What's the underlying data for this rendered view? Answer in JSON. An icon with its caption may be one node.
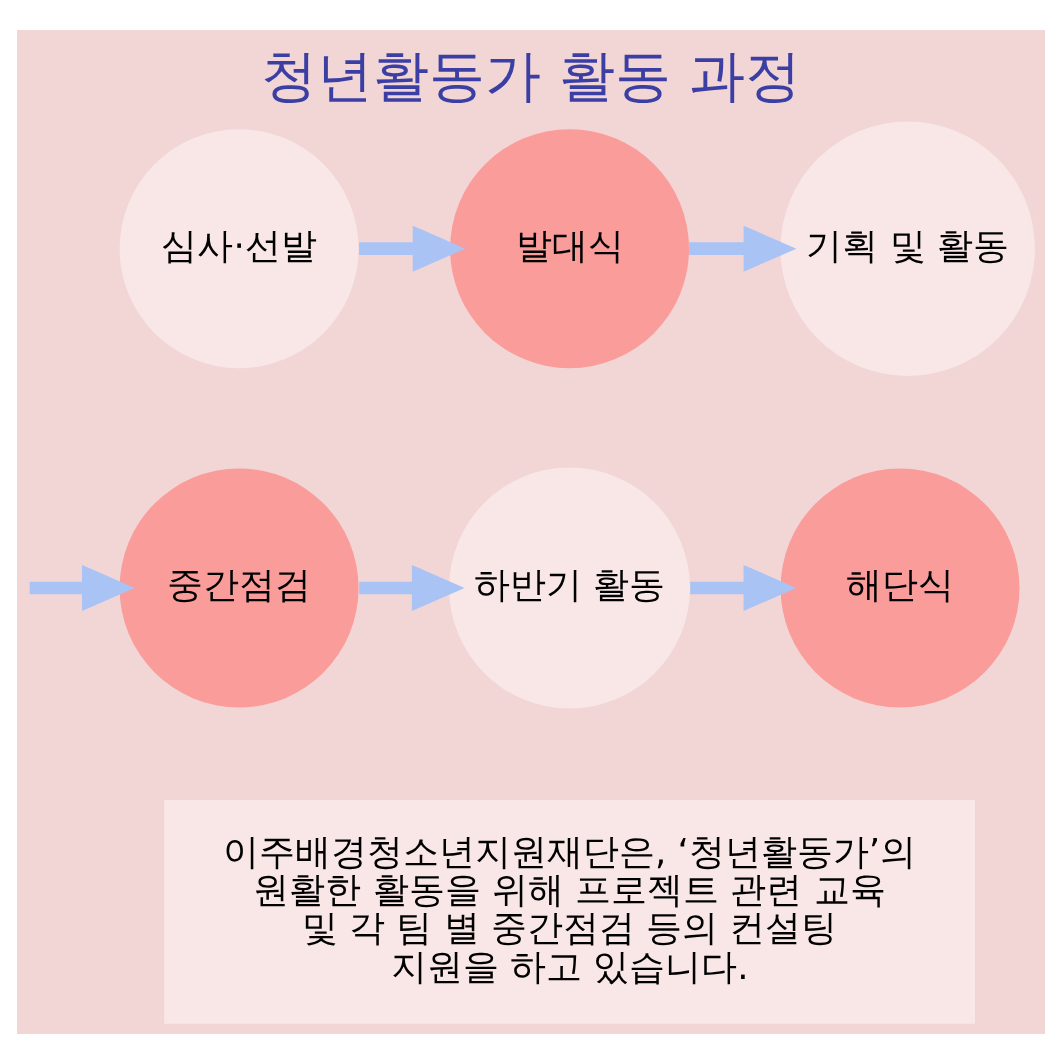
{
  "diagram": {
    "title": "청년활동가 활동 과정",
    "nodes": [
      {
        "text": [
          "심사·선발"
        ]
      },
      {
        "text": [
          "발대식"
        ]
      },
      {
        "text": [
          "기획 및 활동"
        ]
      },
      {
        "text": [
          "중간점검"
        ]
      },
      {
        "text": [
          "하반기 활동"
        ]
      },
      {
        "text": [
          "해단식"
        ]
      },
      {
        "text": [
          "이주배경청소년지원재단은, ‘청년활동가’의 원활한 활동을 위해 프로젝트 관련 교육 및 각 팀 별 중간점검 등의 컨설팅 지원을 하고 있습니다."
        ]
      }
    ],
    "edges": [
      {
        "from": 0,
        "to": 1,
        "arrow": "to"
      },
      {
        "from": 1,
        "to": 2,
        "arrow": "to"
      },
      {
        "from": null,
        "to": 3,
        "arrow": "to"
      },
      {
        "from": 3,
        "to": 4,
        "arrow": "to"
      },
      {
        "from": 4,
        "to": 5,
        "arrow": "to"
      }
    ]
  }
}
